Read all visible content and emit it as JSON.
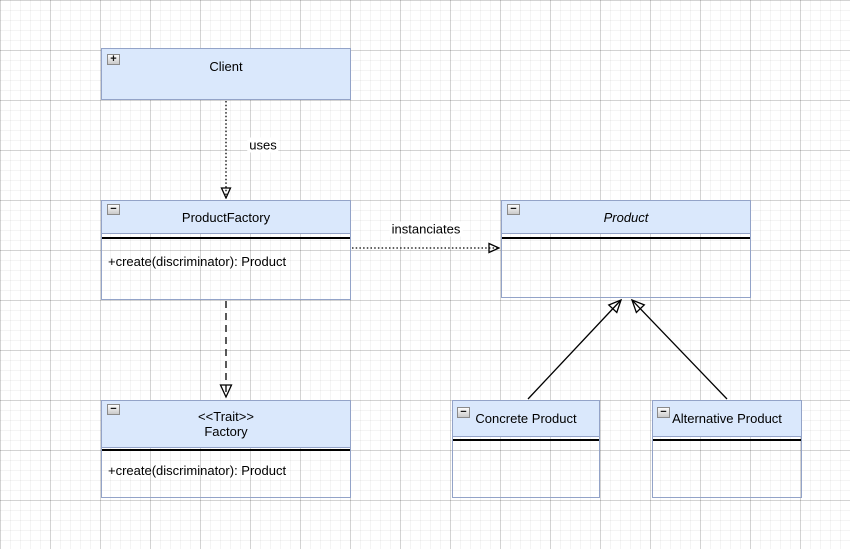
{
  "colors": {
    "node_fill": "#dae8fc",
    "node_border": "#93a3c8",
    "separator": "#000000",
    "text": "#000000"
  },
  "nodes": {
    "client": {
      "title": "Client",
      "expand_glyph": "+"
    },
    "product_factory": {
      "title": "ProductFactory",
      "collapse_glyph": "−",
      "method": "+create(discriminator): Product"
    },
    "product": {
      "title": "Product",
      "collapse_glyph": "−"
    },
    "trait_factory": {
      "stereotype": "<<Trait>>",
      "title": "Factory",
      "collapse_glyph": "−",
      "method": "+create(discriminator): Product"
    },
    "concrete_product": {
      "title": "Concrete Product",
      "collapse_glyph": "−"
    },
    "alternative_product": {
      "title": "Alternative Product",
      "collapse_glyph": "−"
    }
  },
  "edges": {
    "uses": {
      "label": "uses",
      "type": "dotted-dependency"
    },
    "instanciates": {
      "label": "instanciates",
      "type": "dotted-dependency"
    },
    "factory_realization": {
      "label": "",
      "type": "dashed-realization"
    },
    "concrete_generalization": {
      "label": "",
      "type": "solid-generalization"
    },
    "alternative_generalization": {
      "label": "",
      "type": "solid-generalization"
    }
  }
}
